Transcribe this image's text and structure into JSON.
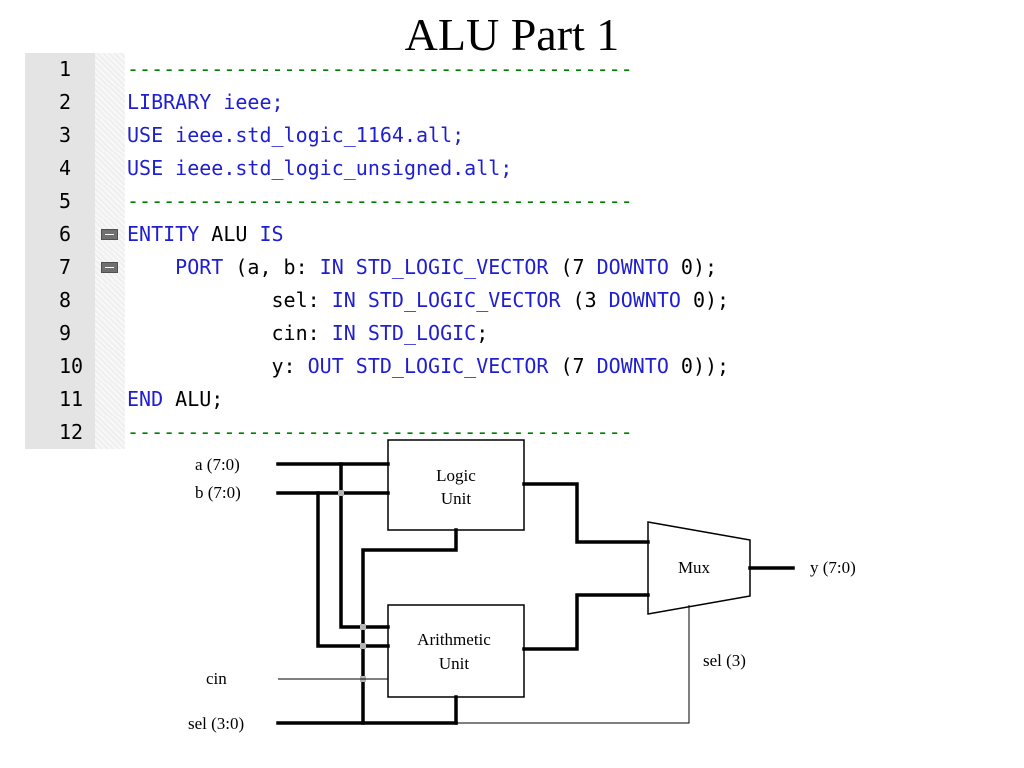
{
  "title": "ALU Part 1",
  "code": {
    "lines": [
      {
        "num": "1",
        "fold": false,
        "tokens": [
          {
            "t": "------------------------------------------",
            "k": "com"
          }
        ]
      },
      {
        "num": "2",
        "fold": false,
        "tokens": [
          {
            "t": "LIBRARY",
            "k": "kw"
          },
          {
            "t": " ieee;",
            "k": "kw"
          }
        ]
      },
      {
        "num": "3",
        "fold": false,
        "tokens": [
          {
            "t": "USE",
            "k": "kw"
          },
          {
            "t": " ieee.std_logic_1164.all;",
            "k": "kw"
          }
        ]
      },
      {
        "num": "4",
        "fold": false,
        "tokens": [
          {
            "t": "USE",
            "k": "kw"
          },
          {
            "t": " ieee.std_logic_unsigned.all;",
            "k": "kw"
          }
        ]
      },
      {
        "num": "5",
        "fold": false,
        "tokens": [
          {
            "t": "------------------------------------------",
            "k": "com"
          }
        ]
      },
      {
        "num": "6",
        "fold": true,
        "tokens": [
          {
            "t": "ENTITY",
            "k": "kw"
          },
          {
            "t": " ALU ",
            "k": "id"
          },
          {
            "t": "IS",
            "k": "kw"
          }
        ]
      },
      {
        "num": "7",
        "fold": true,
        "tokens": [
          {
            "t": "    PORT",
            "k": "kw"
          },
          {
            "t": " (a, b: ",
            "k": "id"
          },
          {
            "t": "IN STD_LOGIC_VECTOR",
            "k": "kw"
          },
          {
            "t": " (7 ",
            "k": "id"
          },
          {
            "t": "DOWNTO",
            "k": "kw"
          },
          {
            "t": " 0);",
            "k": "id"
          }
        ]
      },
      {
        "num": "8",
        "fold": false,
        "tokens": [
          {
            "t": "            sel: ",
            "k": "id"
          },
          {
            "t": "IN STD_LOGIC_VECTOR",
            "k": "kw"
          },
          {
            "t": " (3 ",
            "k": "id"
          },
          {
            "t": "DOWNTO",
            "k": "kw"
          },
          {
            "t": " 0);",
            "k": "id"
          }
        ]
      },
      {
        "num": "9",
        "fold": false,
        "tokens": [
          {
            "t": "            cin: ",
            "k": "id"
          },
          {
            "t": "IN STD_LOGIC",
            "k": "kw"
          },
          {
            "t": ";",
            "k": "id"
          }
        ]
      },
      {
        "num": "10",
        "fold": false,
        "tokens": [
          {
            "t": "            y: ",
            "k": "id"
          },
          {
            "t": "OUT STD_LOGIC_VECTOR",
            "k": "kw"
          },
          {
            "t": " (7 ",
            "k": "id"
          },
          {
            "t": "DOWNTO",
            "k": "kw"
          },
          {
            "t": " 0));",
            "k": "id"
          }
        ]
      },
      {
        "num": "11",
        "fold": false,
        "tokens": [
          {
            "t": "END",
            "k": "kw"
          },
          {
            "t": " ALU;",
            "k": "id"
          }
        ]
      },
      {
        "num": "12",
        "fold": false,
        "tokens": [
          {
            "t": "------------------------------------------",
            "k": "com"
          }
        ]
      }
    ]
  },
  "diagram": {
    "labels": {
      "a": "a (7:0)",
      "b": "b (7:0)",
      "cin": "cin",
      "sel": "sel (3:0)",
      "sel3": "sel (3)",
      "y": "y (7:0)"
    },
    "blocks": {
      "logic": [
        "Logic",
        "Unit"
      ],
      "arith": [
        "Arithmetic",
        "Unit"
      ],
      "mux": "Mux"
    }
  }
}
